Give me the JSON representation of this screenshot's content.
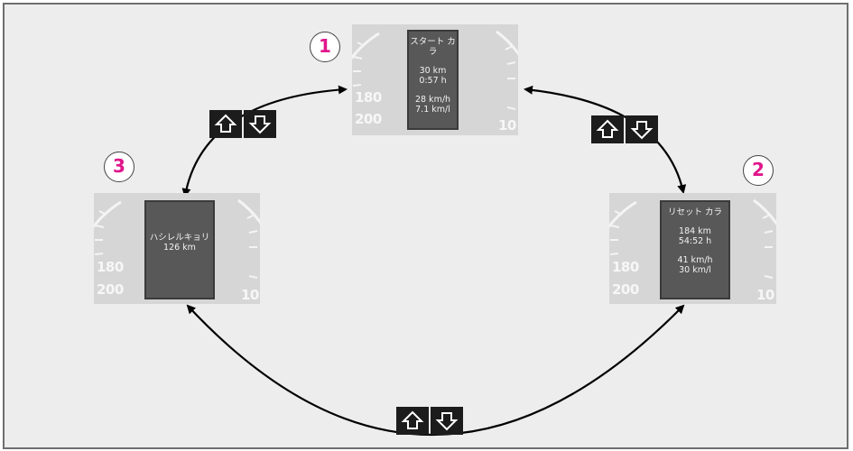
{
  "screens": [
    {
      "badge": "1",
      "lines": [
        "スタート カラ",
        "30 km",
        "0:57 h",
        "",
        "28 km/h",
        "7.1 km/l"
      ]
    },
    {
      "badge": "2",
      "lines": [
        "リセット カラ",
        "184 km",
        "54:52 h",
        "",
        "41 km/h",
        "30 km/l"
      ]
    },
    {
      "badge": "3",
      "lines": [
        "ハシレルキョリ",
        "126 km"
      ]
    }
  ],
  "gauge_ticks": {
    "left": [
      "180",
      "200"
    ],
    "right": [
      "10"
    ]
  },
  "buttons": {
    "up": "up-arrow-icon",
    "down": "down-arrow-icon"
  },
  "colors": {
    "badge_number": "#e0168c",
    "button_bg": "#1c1c1c",
    "lcd_bg": "#585858"
  }
}
